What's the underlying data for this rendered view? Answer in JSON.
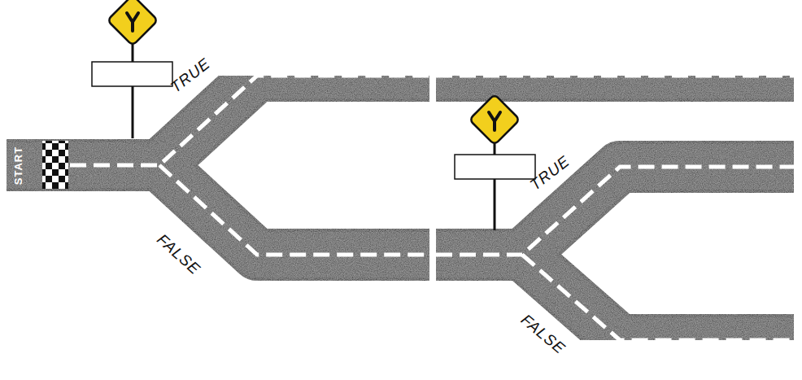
{
  "diagram": {
    "labels": [
      "START",
      "TRUE",
      "FALSE",
      "TRUE",
      "FALSE"
    ]
  }
}
